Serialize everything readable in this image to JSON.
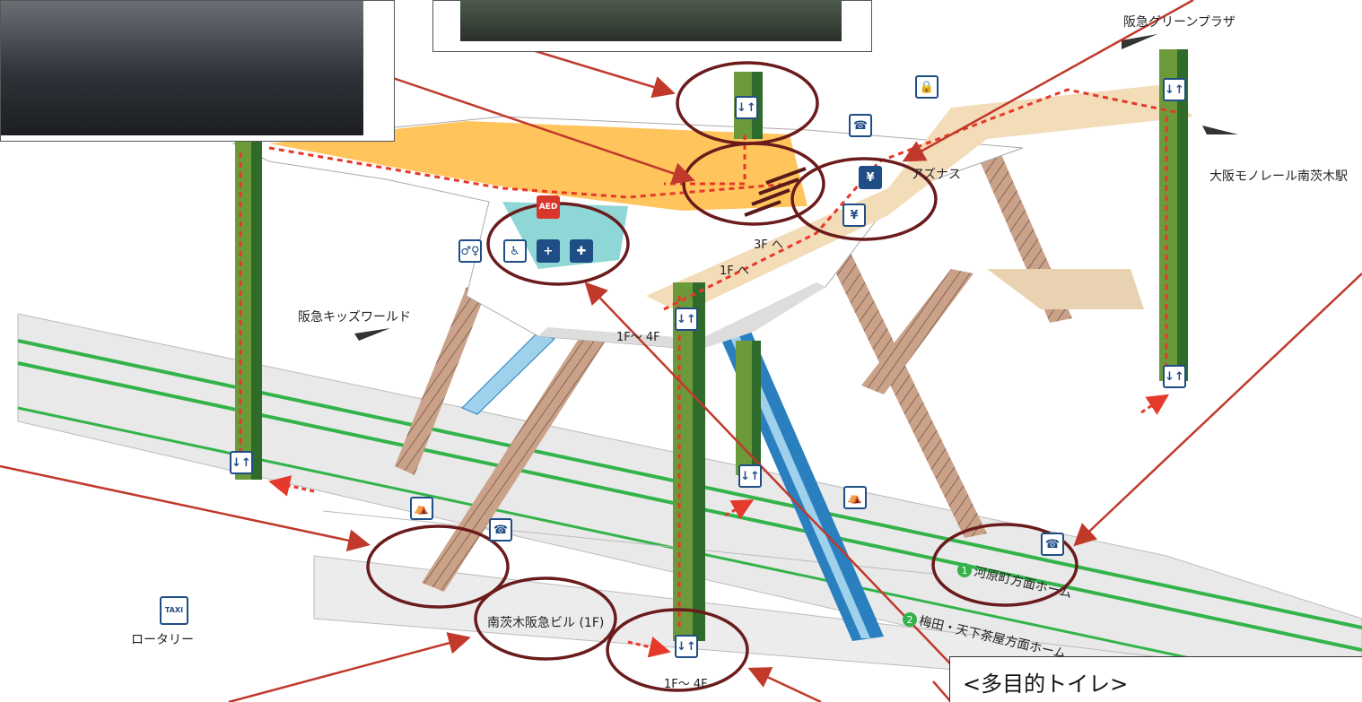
{
  "labels": {
    "green_plaza": "阪急グリーンプラザ",
    "monorail": "大阪モノレール南茨木駅",
    "kids_world": "阪急キッズワールド",
    "aznas": "アズナス",
    "to_3f": "3F へ",
    "to_1f": "1F へ",
    "floor_range_upper": "1F～ 4F",
    "floor_range_lower": "1F～ 4F",
    "building": "南茨木阪急ビル (1F)",
    "rotary": "ロータリー",
    "platform1": "河原町方面ホーム",
    "platform2": "梅田・天下茶屋方面ホーム",
    "platform1_no": "1",
    "platform2_no": "2",
    "note_title": "<多目的トイレ>"
  },
  "icons": {
    "elevator": "↓↑",
    "phone": "☎",
    "taxi": "TAXI",
    "bench": "⛺",
    "locker": "🔒",
    "ticket_machine": "¥",
    "aed": "AED",
    "restroom": "♂♀",
    "wheelchair": "♿",
    "first_aid": "+",
    "baby": "✚"
  },
  "colors": {
    "elevator_green": "#6c9a3a",
    "elevator_dark": "#2f6b2a",
    "escalator_blue": "#2a7fbf",
    "concourse_orange": "#ffc45c",
    "concourse_beige": "#f3dcb8",
    "stairs_brown": "#c49a82",
    "route_red": "#e5392b",
    "highlight_circle": "#6b1b1b",
    "arrow_red": "#c0392b",
    "track_green": "#33b34a",
    "platform_gray": "#e4e4e4"
  }
}
